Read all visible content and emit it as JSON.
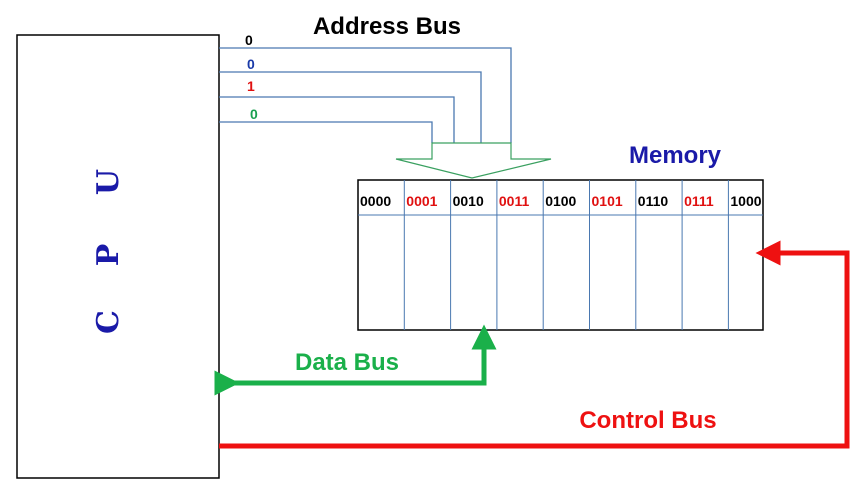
{
  "cpu": {
    "letters": [
      "C",
      "P",
      "U"
    ]
  },
  "address_bus": {
    "title": "Address Bus",
    "bits": [
      {
        "value": "0",
        "color": "#000000"
      },
      {
        "value": "0",
        "color": "#1a3aa8"
      },
      {
        "value": "1",
        "color": "#e01010"
      },
      {
        "value": "0",
        "color": "#1aa050"
      }
    ]
  },
  "memory": {
    "title": "Memory",
    "title_color": "#1a1aa8",
    "addresses": [
      {
        "label": "0000",
        "color": "#000000"
      },
      {
        "label": "0001",
        "color": "#e01010"
      },
      {
        "label": "0010",
        "color": "#000000"
      },
      {
        "label": "0011",
        "color": "#e01010"
      },
      {
        "label": "0100",
        "color": "#000000"
      },
      {
        "label": "0101",
        "color": "#e01010"
      },
      {
        "label": "0110",
        "color": "#000000"
      },
      {
        "label": "0111",
        "color": "#e01010"
      },
      {
        "label": "1000",
        "color": "#000000"
      }
    ]
  },
  "data_bus": {
    "title": "Data Bus",
    "color": "#1ab04a"
  },
  "control_bus": {
    "title": "Control Bus",
    "color": "#ee1111"
  },
  "colors": {
    "wire": "#4a78b0",
    "box": "#000000"
  }
}
